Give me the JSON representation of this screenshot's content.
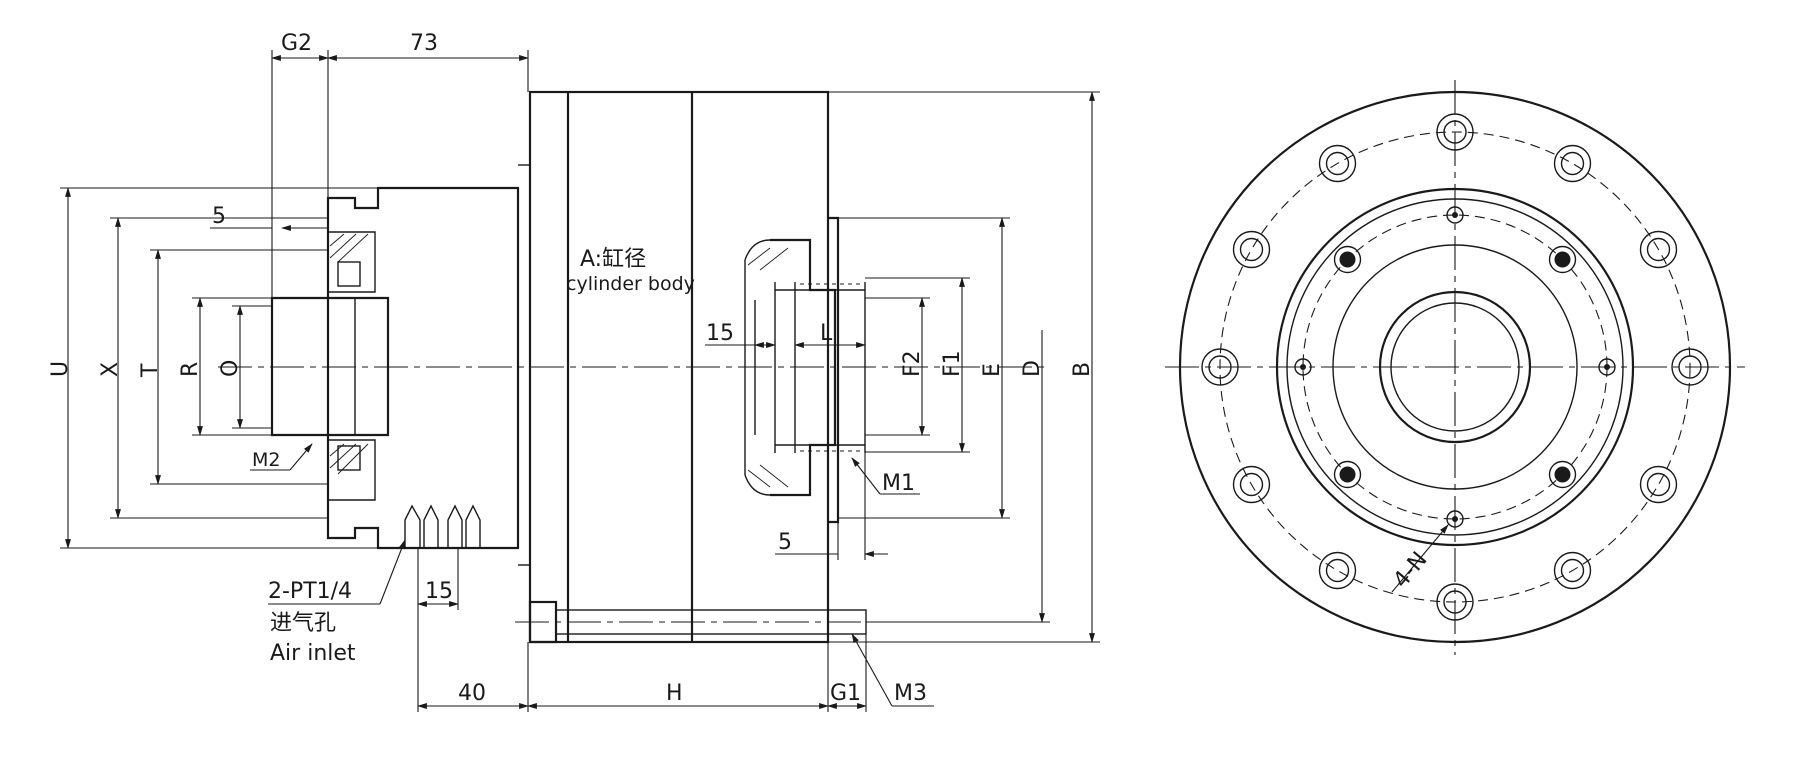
{
  "dimensions": {
    "top_g2": "G2",
    "top_73": "73",
    "left_5": "5",
    "v_u": "U",
    "v_x": "X",
    "v_t": "T",
    "v_r": "R",
    "v_o": "O",
    "thread_m2": "M2",
    "cylinder_a": "A:缸径",
    "cylinder_en": "cylinder body",
    "mid_15": "15",
    "mid_l": "L",
    "v_f2": "F2",
    "v_f1": "F1",
    "v_e": "E",
    "v_d": "D",
    "v_b": "B",
    "thread_m1": "M1",
    "right_5": "5",
    "port_count": "2-PT1/4",
    "port_cn": "进气孔",
    "port_en": "Air inlet",
    "bottom_15": "15",
    "bottom_40": "40",
    "bottom_h": "H",
    "bottom_g1": "G1",
    "thread_m3": "M3",
    "holes_4n": "4-N"
  }
}
